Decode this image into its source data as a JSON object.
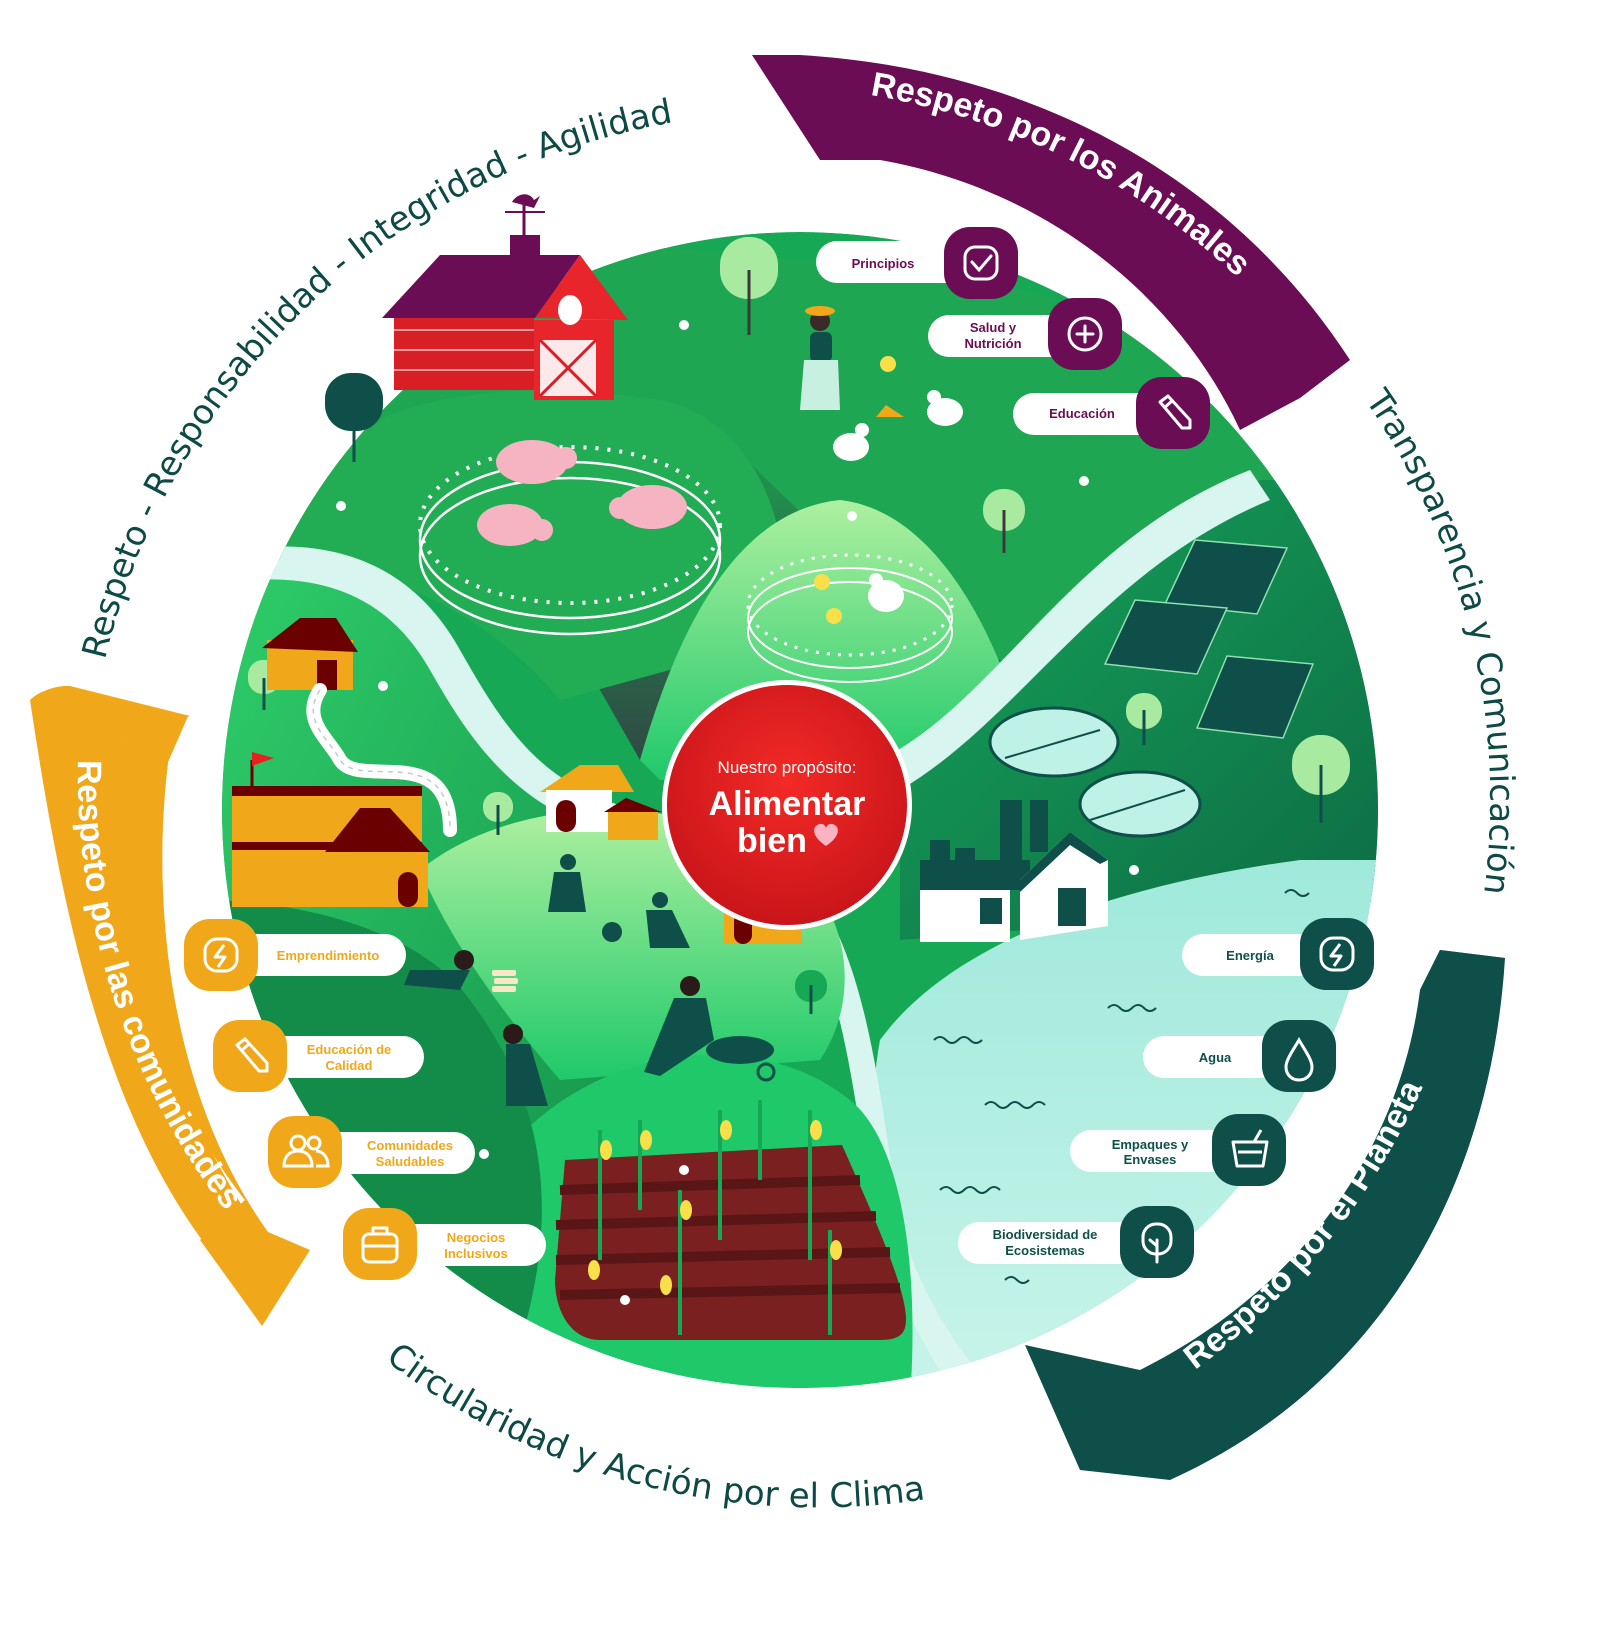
{
  "ring_values": {
    "top_left": "Respeto - Responsabilidad - Integridad - Agilidad",
    "right": "Transparencia y Comunicación",
    "bottom": "Circularidad y Acción por el Clima"
  },
  "arrows": {
    "animals": "Respeto por los Animales",
    "communities": "Respeto por las comunidades",
    "planet": "Respeto por el Planeta"
  },
  "center": {
    "kicker": "Nuestro propósito:",
    "title_line1": "Alimentar",
    "title_line2": "bien"
  },
  "animals_items": [
    {
      "label": "Principios",
      "icon": "check-icon"
    },
    {
      "label_line1": "Salud y",
      "label_line2": "Nutrición",
      "icon": "plus-icon"
    },
    {
      "label": "Educación",
      "icon": "pencil-icon"
    }
  ],
  "planet_items": [
    {
      "label": "Energía",
      "icon": "lightning-icon"
    },
    {
      "label": "Agua",
      "icon": "water-drop-icon"
    },
    {
      "label_line1": "Empaques y",
      "label_line2": "Envases",
      "icon": "basket-icon"
    },
    {
      "label_line1": "Biodiversidad de",
      "label_line2": "Ecosistemas",
      "icon": "tree-icon"
    }
  ],
  "community_items": [
    {
      "label": "Emprendimiento",
      "icon": "lightning-icon"
    },
    {
      "label_line1": "Educación de",
      "label_line2": "Calidad",
      "icon": "pencil-icon"
    },
    {
      "label_line1": "Comunidades",
      "label_line2": "Saludables",
      "icon": "people-icon"
    },
    {
      "label_line1": "Negocios",
      "label_line2": "Inclusivos",
      "icon": "briefcase-icon"
    }
  ],
  "colors": {
    "animals": "#6b0d55",
    "communities": "#f0a81a",
    "planet": "#0f4f4a",
    "center": "#e8211e",
    "ring_text": "#0d4a45"
  }
}
